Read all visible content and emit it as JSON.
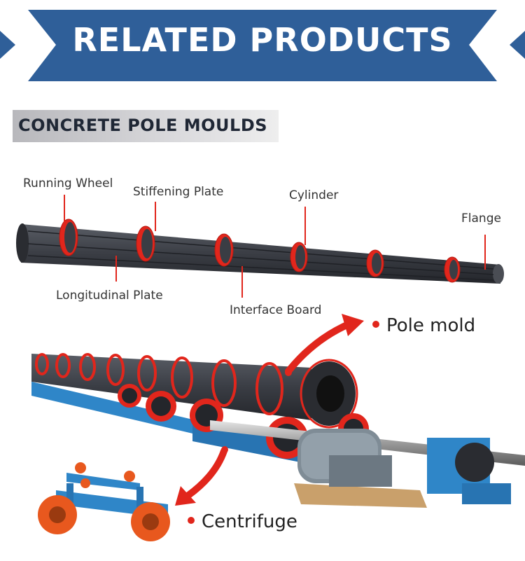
{
  "banner": {
    "title": "RELATED PRODUCTS"
  },
  "section": {
    "heading": "CONCRETE POLE MOULDS"
  },
  "diagram": {
    "labels": {
      "running_wheel": "Running Wheel",
      "stiffening_plate": "Stiffening Plate",
      "cylinder": "Cylinder",
      "flange": "Flange",
      "longitudinal_plate": "Longitudinal Plate",
      "interface_board": "Interface Board"
    }
  },
  "callouts": {
    "pole_mold": "Pole mold",
    "centrifuge": "Centrifuge"
  },
  "colors": {
    "banner_blue": "#2f5f99",
    "banner_dark": "#1e3f6a",
    "mould_dark": "#3a3d44",
    "accent_red": "#e1261c",
    "frame_blue": "#2f86c8",
    "wheel_orange": "#e8581e"
  }
}
